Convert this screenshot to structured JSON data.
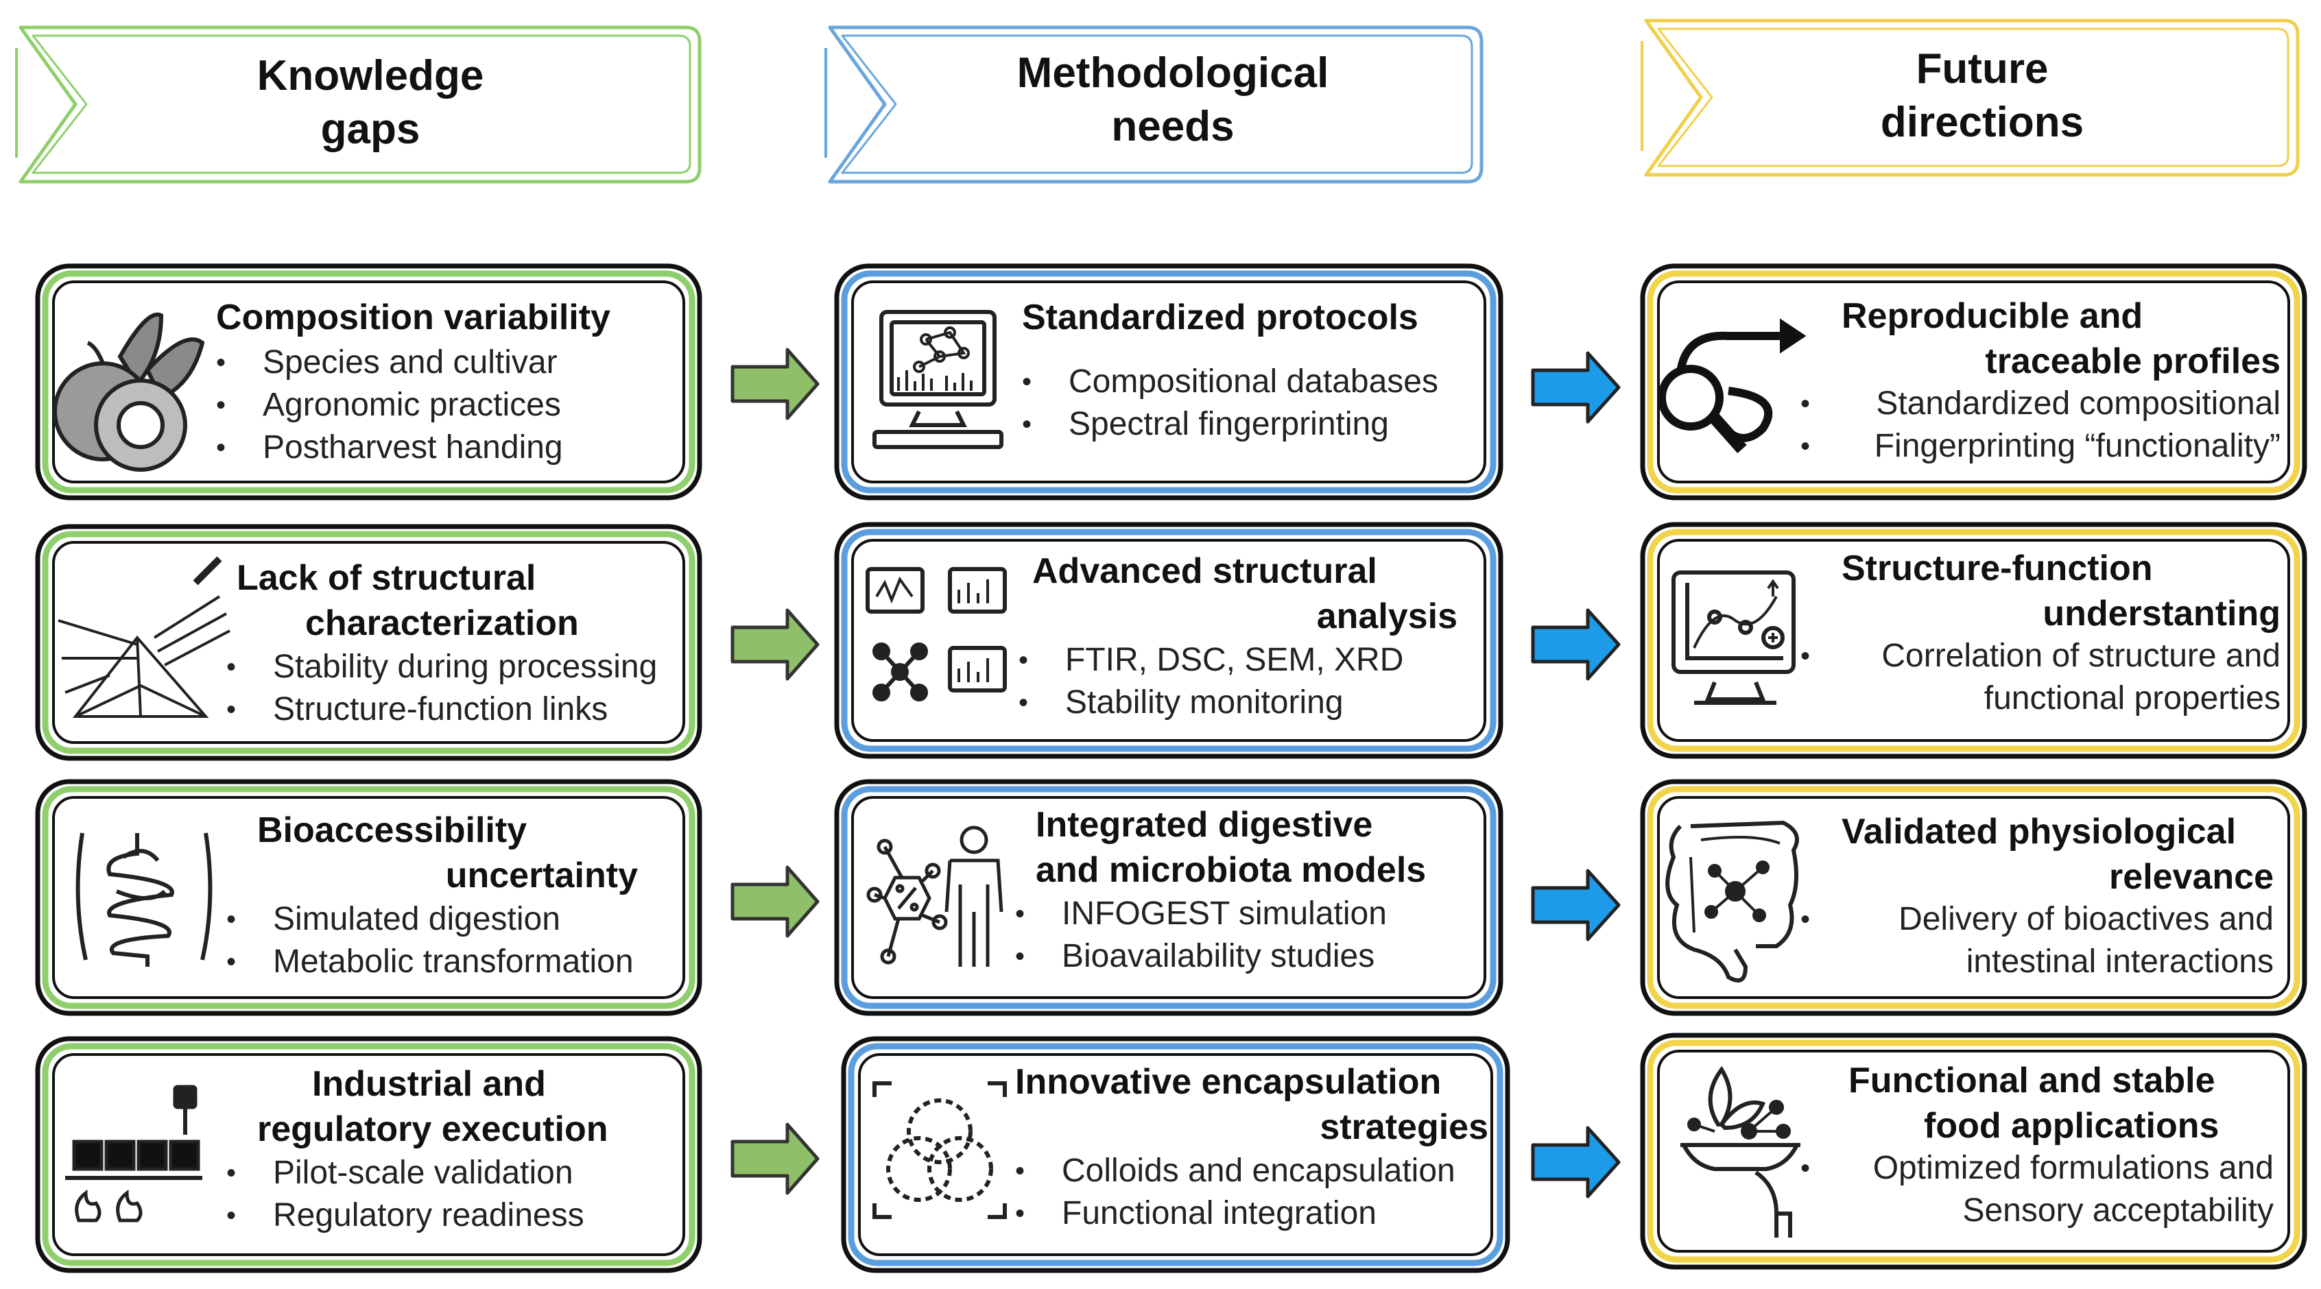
{
  "colors": {
    "green": "#8fcf6b",
    "blue": "#4a90d9",
    "yellow": "#f2d44a",
    "arrow_green": "#8fbf68",
    "arrow_blue": "#1e9be8"
  },
  "headers": {
    "col1": [
      "Knowledge",
      "gaps"
    ],
    "col2": [
      "Methodological",
      "needs"
    ],
    "col3": [
      "Future",
      "directions"
    ]
  },
  "rows": [
    {
      "gap": {
        "title": [
          "Composition variability"
        ],
        "bullets": [
          "Species and cultivar",
          "Agronomic practices",
          "Postharvest handing"
        ],
        "icon": "fruit-icon"
      },
      "need": {
        "title": [
          "Standardized protocols"
        ],
        "bullets": [
          "Compositional databases",
          "Spectral fingerprinting"
        ],
        "icon": "computer-network-icon"
      },
      "direction": {
        "title": [
          "Reproducible and",
          "traceable profiles"
        ],
        "bullets": [
          "Standardized compositional",
          "Fingerprinting “functionality”"
        ],
        "icon": "magnifier-trace-icon"
      }
    },
    {
      "gap": {
        "title": [
          "Lack of structural",
          "characterization"
        ],
        "bullets": [
          "Stability during processing",
          "Structure-function links"
        ],
        "icon": "prism-icon"
      },
      "need": {
        "title": [
          "Advanced structural",
          "analysis"
        ],
        "bullets": [
          "FTIR, DSC, SEM, XRD",
          "Stability monitoring"
        ],
        "icon": "analysis-monitors-icon"
      },
      "direction": {
        "title": [
          "Structure-function",
          "understanting"
        ],
        "bullets": [
          "Correlation of structure and",
          "functional properties"
        ],
        "icon": "graph-monitor-icon"
      }
    },
    {
      "gap": {
        "title": [
          "Bioaccessibility",
          "uncertainty"
        ],
        "bullets": [
          "Simulated digestion",
          "Metabolic transformation"
        ],
        "icon": "intestine-icon"
      },
      "need": {
        "title": [
          "Integrated digestive",
          "and microbiota models"
        ],
        "bullets": [
          "INFOGEST simulation",
          "Bioavailability studies"
        ],
        "icon": "human-network-icon"
      },
      "direction": {
        "title": [
          "Validated physiological",
          "relevance"
        ],
        "bullets": [
          "Delivery of bioactives and",
          "intestinal interactions"
        ],
        "icon": "gut-network-icon"
      }
    },
    {
      "gap": {
        "title": [
          "Industrial and",
          "regulatory execution"
        ],
        "bullets": [
          "Pilot-scale validation",
          "Regulatory readiness"
        ],
        "icon": "industrial-line-icon"
      },
      "need": {
        "title": [
          "Innovative encapsulation",
          "strategies"
        ],
        "bullets": [
          "Colloids and encapsulation",
          "Functional integration"
        ],
        "icon": "encapsulation-icon"
      },
      "direction": {
        "title": [
          "Functional and stable",
          "food applications"
        ],
        "bullets": [
          "Optimized formulations and",
          "Sensory acceptability"
        ],
        "icon": "food-serving-icon"
      }
    }
  ]
}
